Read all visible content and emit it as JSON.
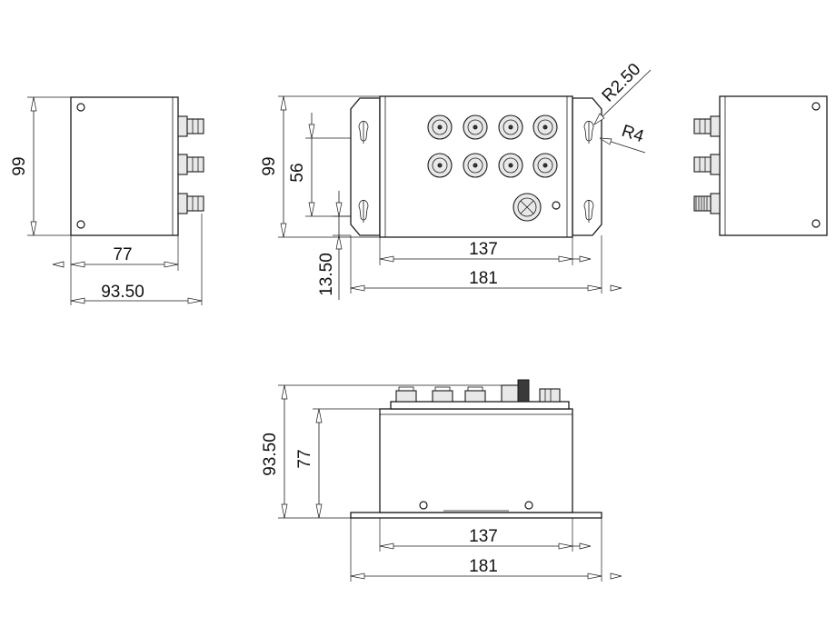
{
  "views": {
    "left_side": {
      "height_dim": "99",
      "depth_body_dim": "77",
      "depth_total_dim": "93.50"
    },
    "front": {
      "height_dim": "99",
      "hole_spacing_dim": "56",
      "hole_offset_dim": "13.50",
      "body_width_dim": "137",
      "total_width_dim": "181",
      "slot_radius_label": "R2.50",
      "corner_radius_label": "R4"
    },
    "bottom": {
      "total_height_dim": "93.50",
      "body_height_dim": "77",
      "body_width_dim": "137",
      "total_width_dim": "181"
    }
  },
  "icons": {
    "connector": "m12-connector-icon",
    "screw": "screw-head-icon",
    "slot": "keyhole-slot-icon"
  }
}
